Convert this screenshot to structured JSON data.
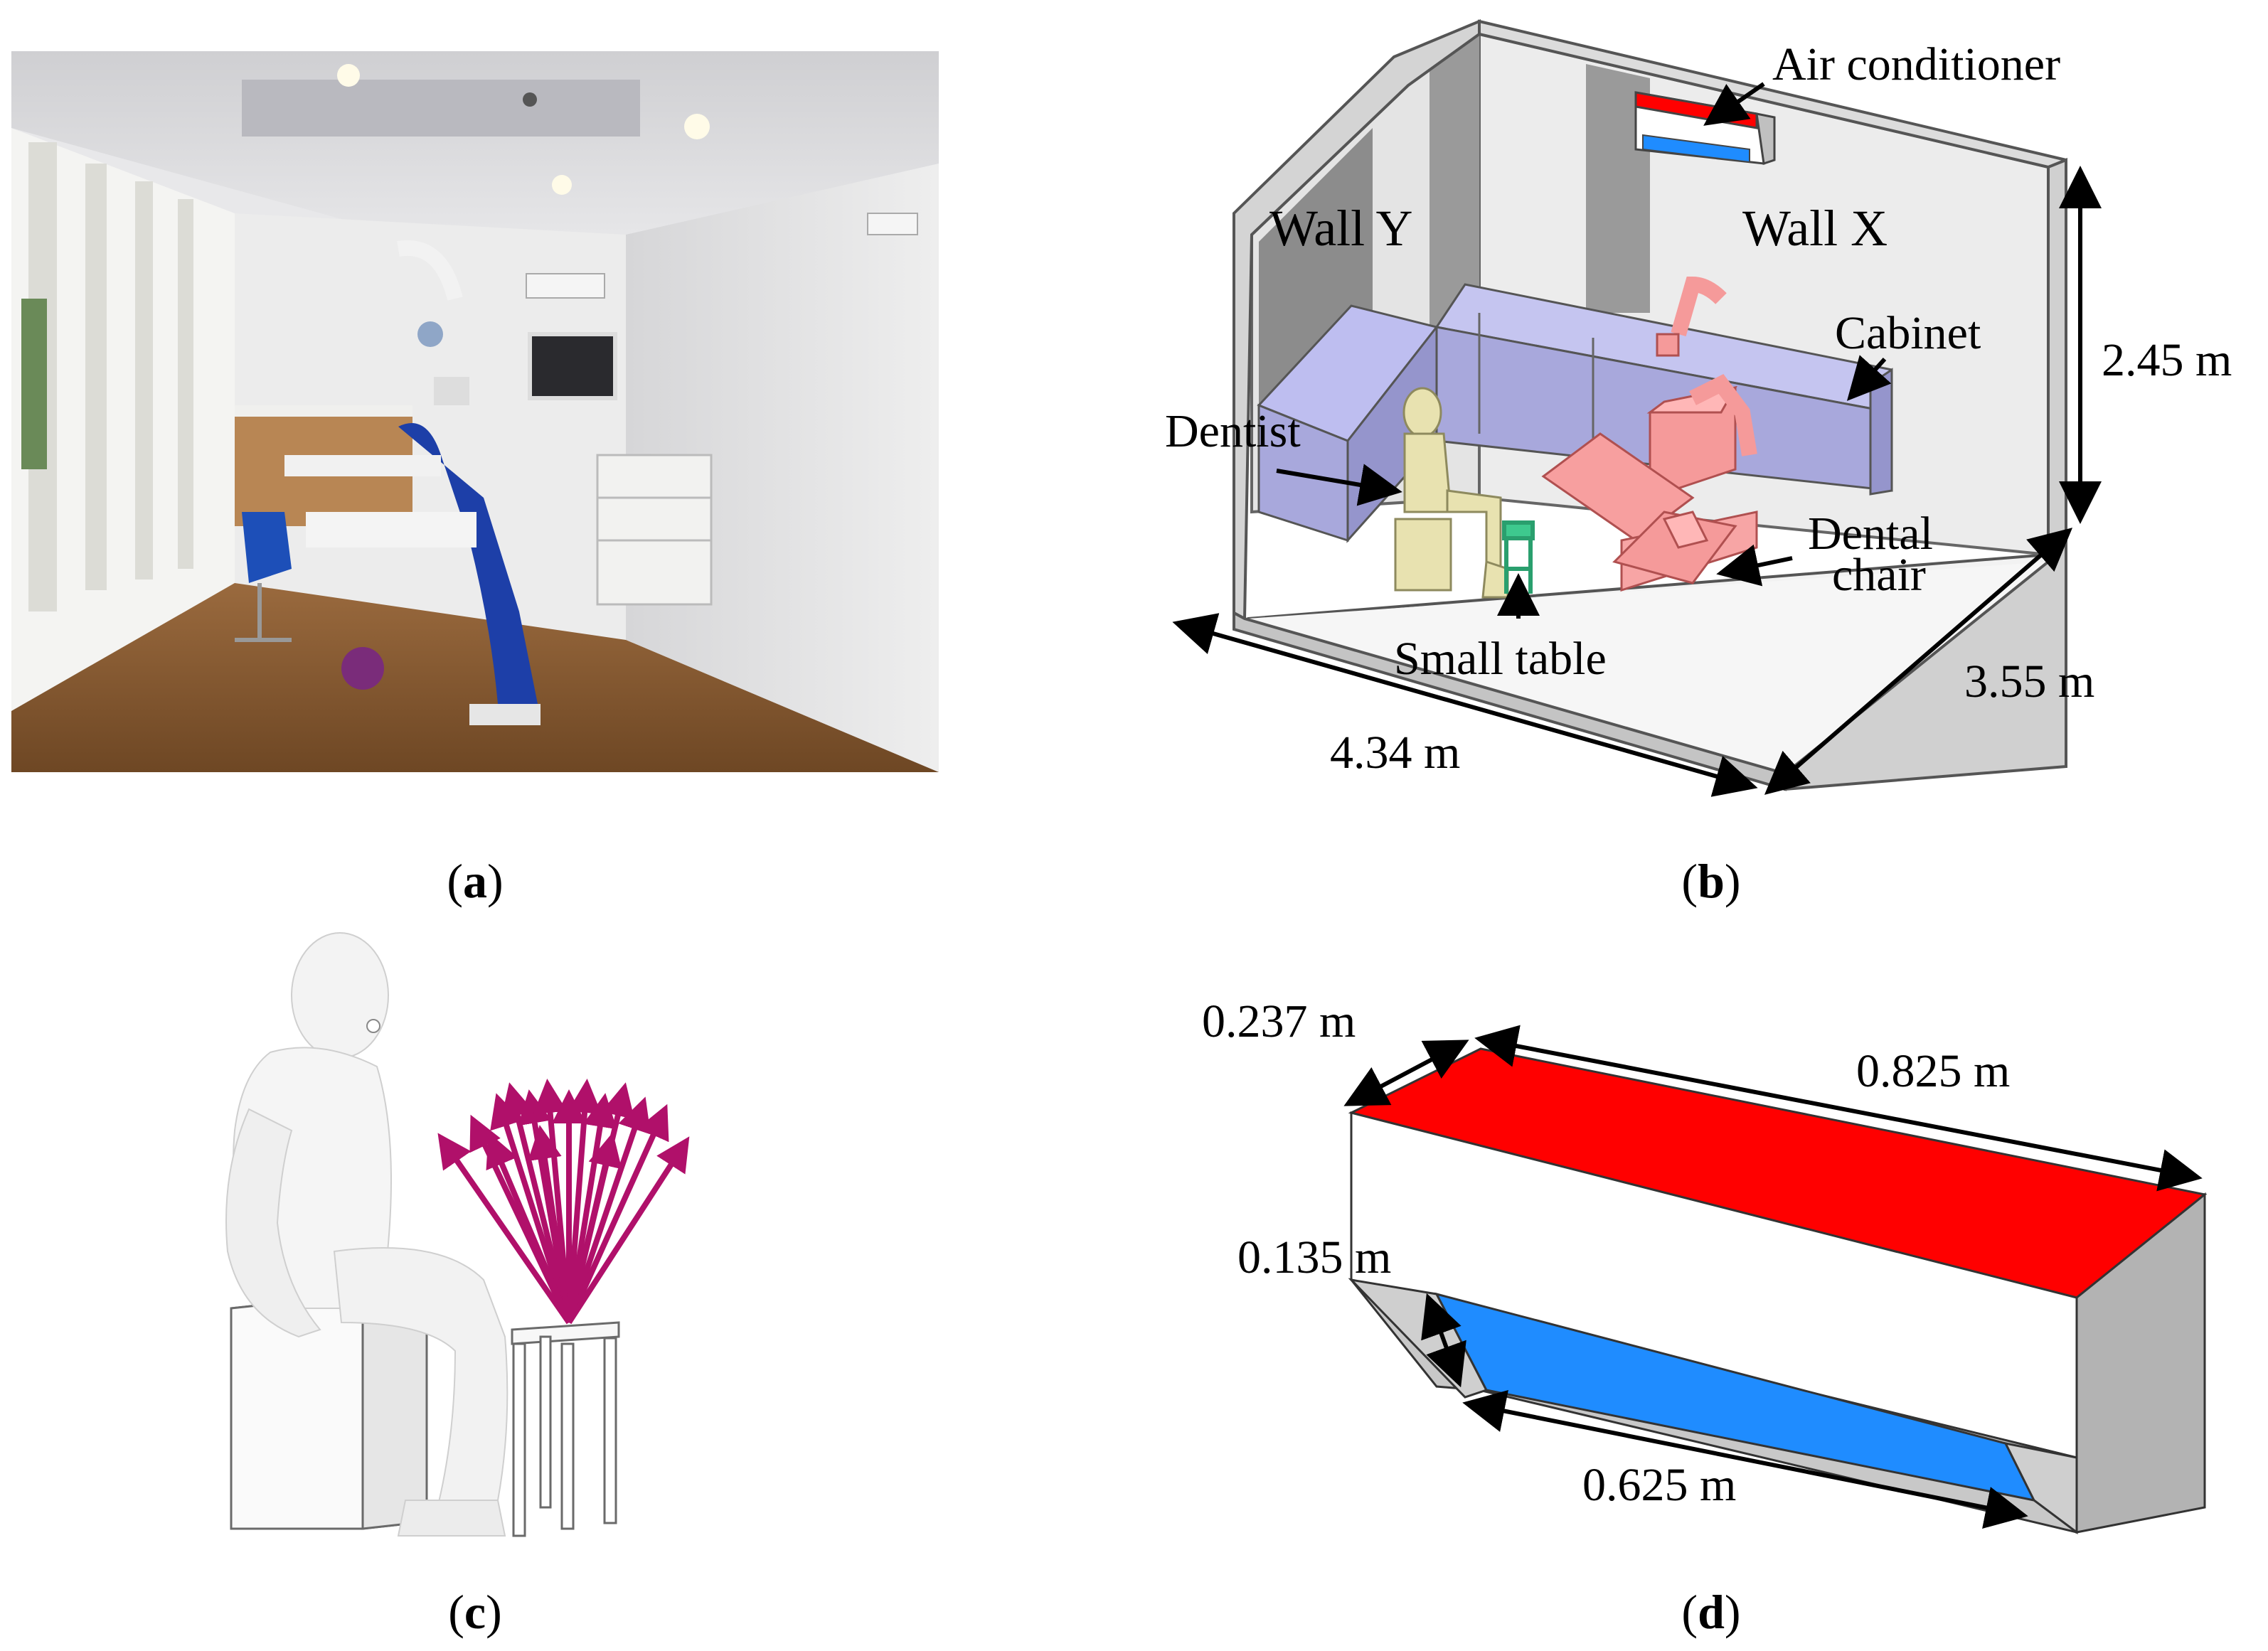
{
  "panels": {
    "a": {
      "caption_open": "(",
      "caption_letter": "a",
      "caption_close": ")"
    },
    "b": {
      "caption_open": "(",
      "caption_letter": "b",
      "caption_close": ")"
    },
    "c": {
      "caption_open": "(",
      "caption_letter": "c",
      "caption_close": ")"
    },
    "d": {
      "caption_open": "(",
      "caption_letter": "d",
      "caption_close": ")"
    }
  },
  "room": {
    "labels": {
      "air_conditioner": "Air conditioner",
      "wall_y": "Wall Y",
      "wall_x": "Wall X",
      "cabinet": "Cabinet",
      "dentist": "Dentist",
      "dental_chair_line1": "Dental",
      "dental_chair_line2": "chair",
      "small_table": "Small table"
    },
    "dimensions": {
      "height": "2.45 m",
      "depth": "3.55 m",
      "width": "4.34 m"
    }
  },
  "ac_unit": {
    "dimensions": {
      "depth": "0.237 m",
      "length": "0.825 m",
      "outlet_height": "0.135 m",
      "outlet_length": "0.625 m"
    }
  },
  "colors": {
    "inlet": "#ff0000",
    "outlet": "#1f8cff",
    "cabinet": "#b3b3e0",
    "chair": "#f59a9a",
    "small_table": "#3ec98e",
    "dentist": "#e8e2b0",
    "arrows": "#b0106a"
  }
}
